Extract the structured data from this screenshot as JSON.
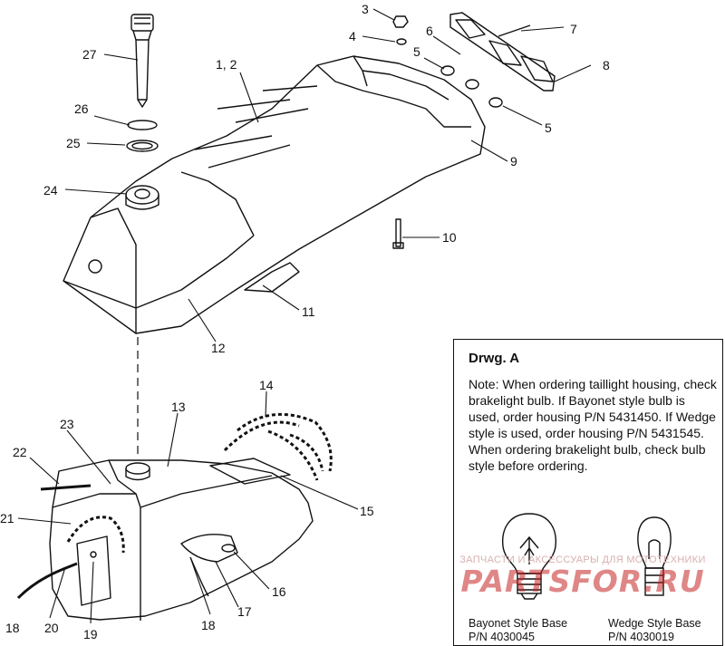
{
  "callouts": {
    "c1": "3",
    "c2": "4",
    "c3": "6",
    "c4": "7",
    "c5": "5",
    "c6": "1, 2",
    "c7": "27",
    "c8": "8",
    "c9": "5",
    "c10": "26",
    "c11": "25",
    "c12": "9",
    "c13": "24",
    "c14": "10",
    "c15": "11",
    "c16": "12",
    "c17": "14",
    "c18": "13",
    "c19": "23",
    "c20": "22",
    "c21": "15",
    "c22": "21",
    "c23": "16",
    "c24": "17",
    "c25": "18",
    "c26": "20",
    "c27": "19",
    "c28": "18"
  },
  "drawing_a": {
    "title": "Drwg. A",
    "note": "Note: When ordering taillight housing, check brakelight bulb.  If Bayonet style bulb is  used, order housing P/N 5431450.  If Wedge style is used, order housing P/N 5431545.  When ordering brakelight bulb, check bulb style before ordering.",
    "bayonet_name": "Bayonet Style Base",
    "bayonet_pn": "P/N 4030045",
    "wedge_name": "Wedge Style Base",
    "wedge_pn": "P/N 4030019"
  },
  "watermark": {
    "top_text": "ЗАПЧАСТИ И АКСЕССУАРЫ ДЛЯ МОТОТЕХНИКИ",
    "main_text": "PARTSFOR.RU"
  }
}
